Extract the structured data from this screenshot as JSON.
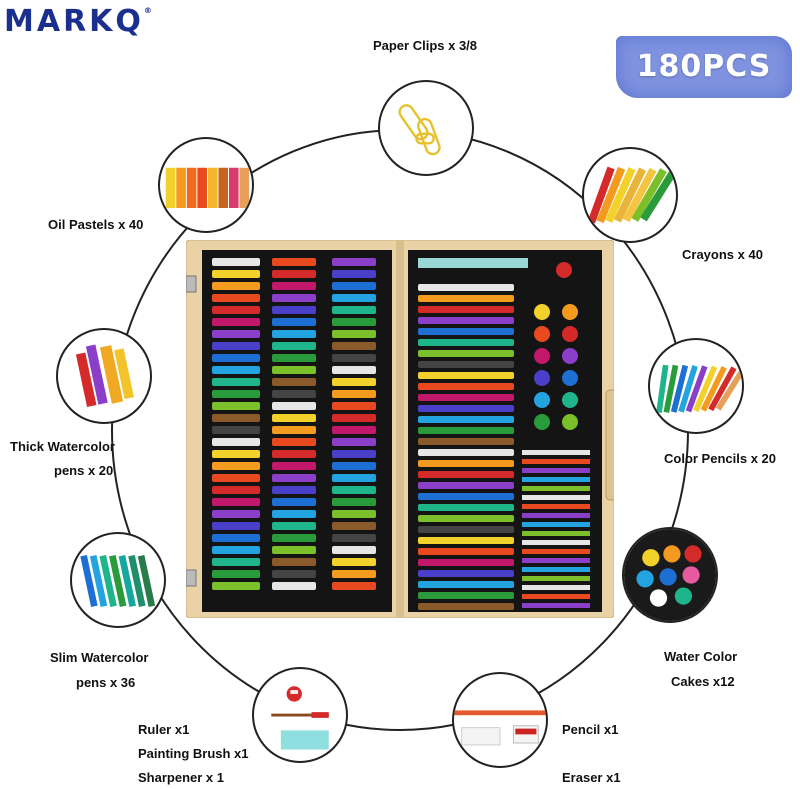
{
  "brand": {
    "name": "MARKQ",
    "registered": "®"
  },
  "badge": {
    "text": "180PCS"
  },
  "items": {
    "paper_clips": "Paper Clips x 3/8",
    "oil_pastels": "Oil Pastels x 40",
    "crayons": "Crayons x 40",
    "thick_watercolor_line1": "Thick Watercolor",
    "thick_watercolor_line2": "pens x 20",
    "color_pencils": "Color Pencils x 20",
    "slim_watercolor_line1": "Slim Watercolor",
    "slim_watercolor_line2": "pens x 36",
    "water_color_line1": "Water Color",
    "water_color_line2": "Cakes x12",
    "ruler": "Ruler x1",
    "painting_brush": "Painting Brush x1",
    "sharpener": "Sharpener x 1",
    "pencil": "Pencil x1",
    "eraser": "Eraser x1"
  },
  "colors": {
    "brand": "#1b2f8f",
    "badge": "#7f93e0",
    "case_wood": "#e9d3a6",
    "case_inside": "#141414"
  }
}
